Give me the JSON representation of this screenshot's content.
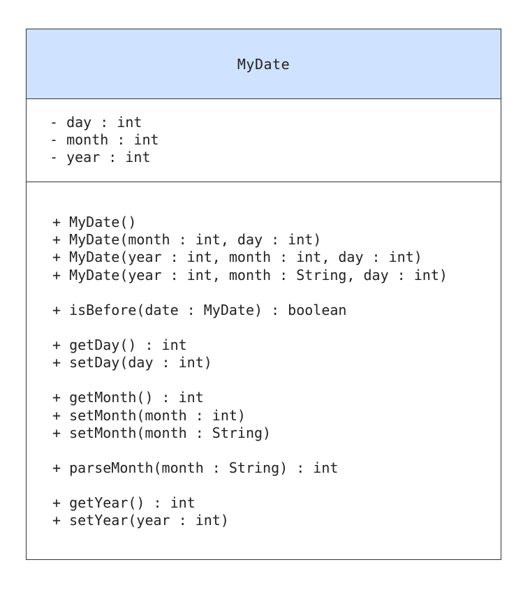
{
  "class": {
    "name": "MyDate",
    "attributes": [
      "- day : int",
      "- month : int",
      "- year : int"
    ],
    "method_groups": [
      [
        "+ MyDate()",
        "+ MyDate(month : int, day : int)",
        "+ MyDate(year : int, month : int, day : int)",
        "+ MyDate(year : int, month : String, day : int)"
      ],
      [
        "+ isBefore(date : MyDate) : boolean"
      ],
      [
        "+ getDay() : int",
        "+ setDay(day : int)"
      ],
      [
        "+ getMonth() : int",
        "+ setMonth(month : int)",
        "+ setMonth(month : String)"
      ],
      [
        "+ parseMonth(month : String) : int"
      ],
      [
        "+ getYear() : int",
        "+ setYear(year : int)"
      ]
    ]
  },
  "colors": {
    "header_fill": "#cfe2ff",
    "border": "#333333",
    "text": "#222222"
  }
}
